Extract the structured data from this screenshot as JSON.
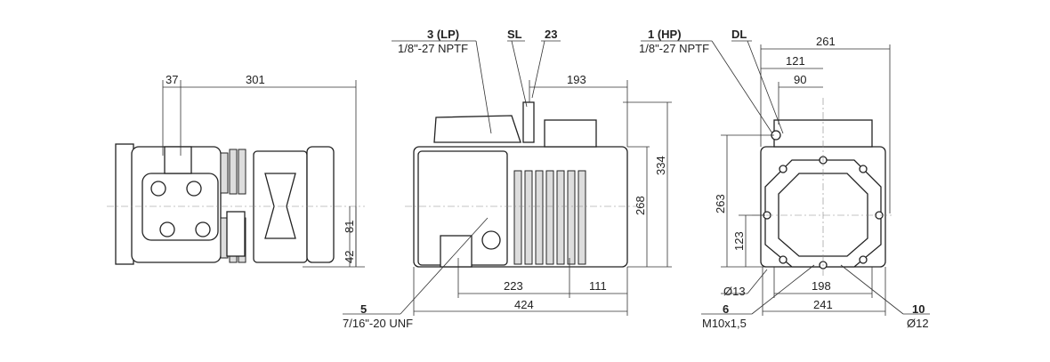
{
  "left_view": {
    "dims": [
      "37",
      "301",
      "81",
      "42"
    ]
  },
  "middle_view": {
    "callouts": {
      "lp": {
        "number": "3 (LP)",
        "spec": "1/8\"-27 NPTF"
      },
      "sl": "SL",
      "n23": "23",
      "n5": {
        "number": "5",
        "spec": "7/16\"-20 UNF"
      }
    },
    "dims": [
      "193",
      "268",
      "334",
      "223",
      "111",
      "424"
    ]
  },
  "right_view": {
    "callouts": {
      "hp": {
        "number": "1 (HP)",
        "spec": "1/8\"-27 NPTF"
      },
      "dl": "DL",
      "n6": {
        "number": "6",
        "spec": "M10x1,5"
      },
      "n10": {
        "number": "10",
        "spec": "Ø12"
      },
      "d13": "Ø13"
    },
    "dims": [
      "261",
      "121",
      "90",
      "263",
      "123",
      "198",
      "241"
    ]
  }
}
